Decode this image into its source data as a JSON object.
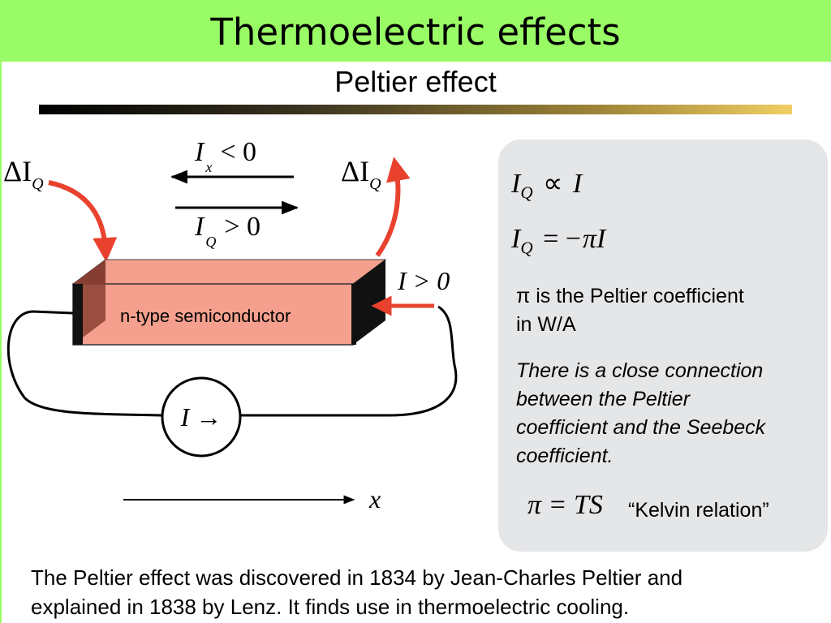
{
  "slide": {
    "title": "Thermoelectric effects",
    "subtitle": "Peltier effect"
  },
  "diagram": {
    "heat_symbol": "ΔI",
    "heat_subscript": "Q",
    "ix_label_main": "I",
    "ix_label_sub": "x",
    "ix_label_rel": "< 0",
    "iq_label_main": "I",
    "iq_label_sub": "Q",
    "iq_label_rel": "> 0",
    "current_label": "I > 0",
    "semiconductor_label": "n-type semiconductor",
    "source_label": "I →",
    "x_axis_label": "x",
    "colors": {
      "arrow_red": "#e8422f",
      "semiconductor_fill": "#f5a08e",
      "semiconductor_side": "#7a3a30",
      "contact": "#111111"
    }
  },
  "panel": {
    "eq1": {
      "lhs": "I",
      "sub": "Q",
      "op": "∝",
      "rhs": "I"
    },
    "eq2": {
      "lhs": "I",
      "sub": "Q",
      "op": "= −",
      "rhs": "πI"
    },
    "definition_line1": "π is the Peltier coefficient",
    "definition_line2": "in W/A",
    "note_line1": "There is a close connection",
    "note_line2": "between the Peltier",
    "note_line3": "coefficient and the Seebeck",
    "note_line4": "coefficient.",
    "kelvin_eq": "π = TS",
    "kelvin_label": "“Kelvin relation”"
  },
  "footer": {
    "line1": "The Peltier effect was discovered in 1834 by Jean-Charles Peltier and",
    "line2": "explained in 1838 by Lenz.  It finds use in thermoelectric cooling."
  }
}
